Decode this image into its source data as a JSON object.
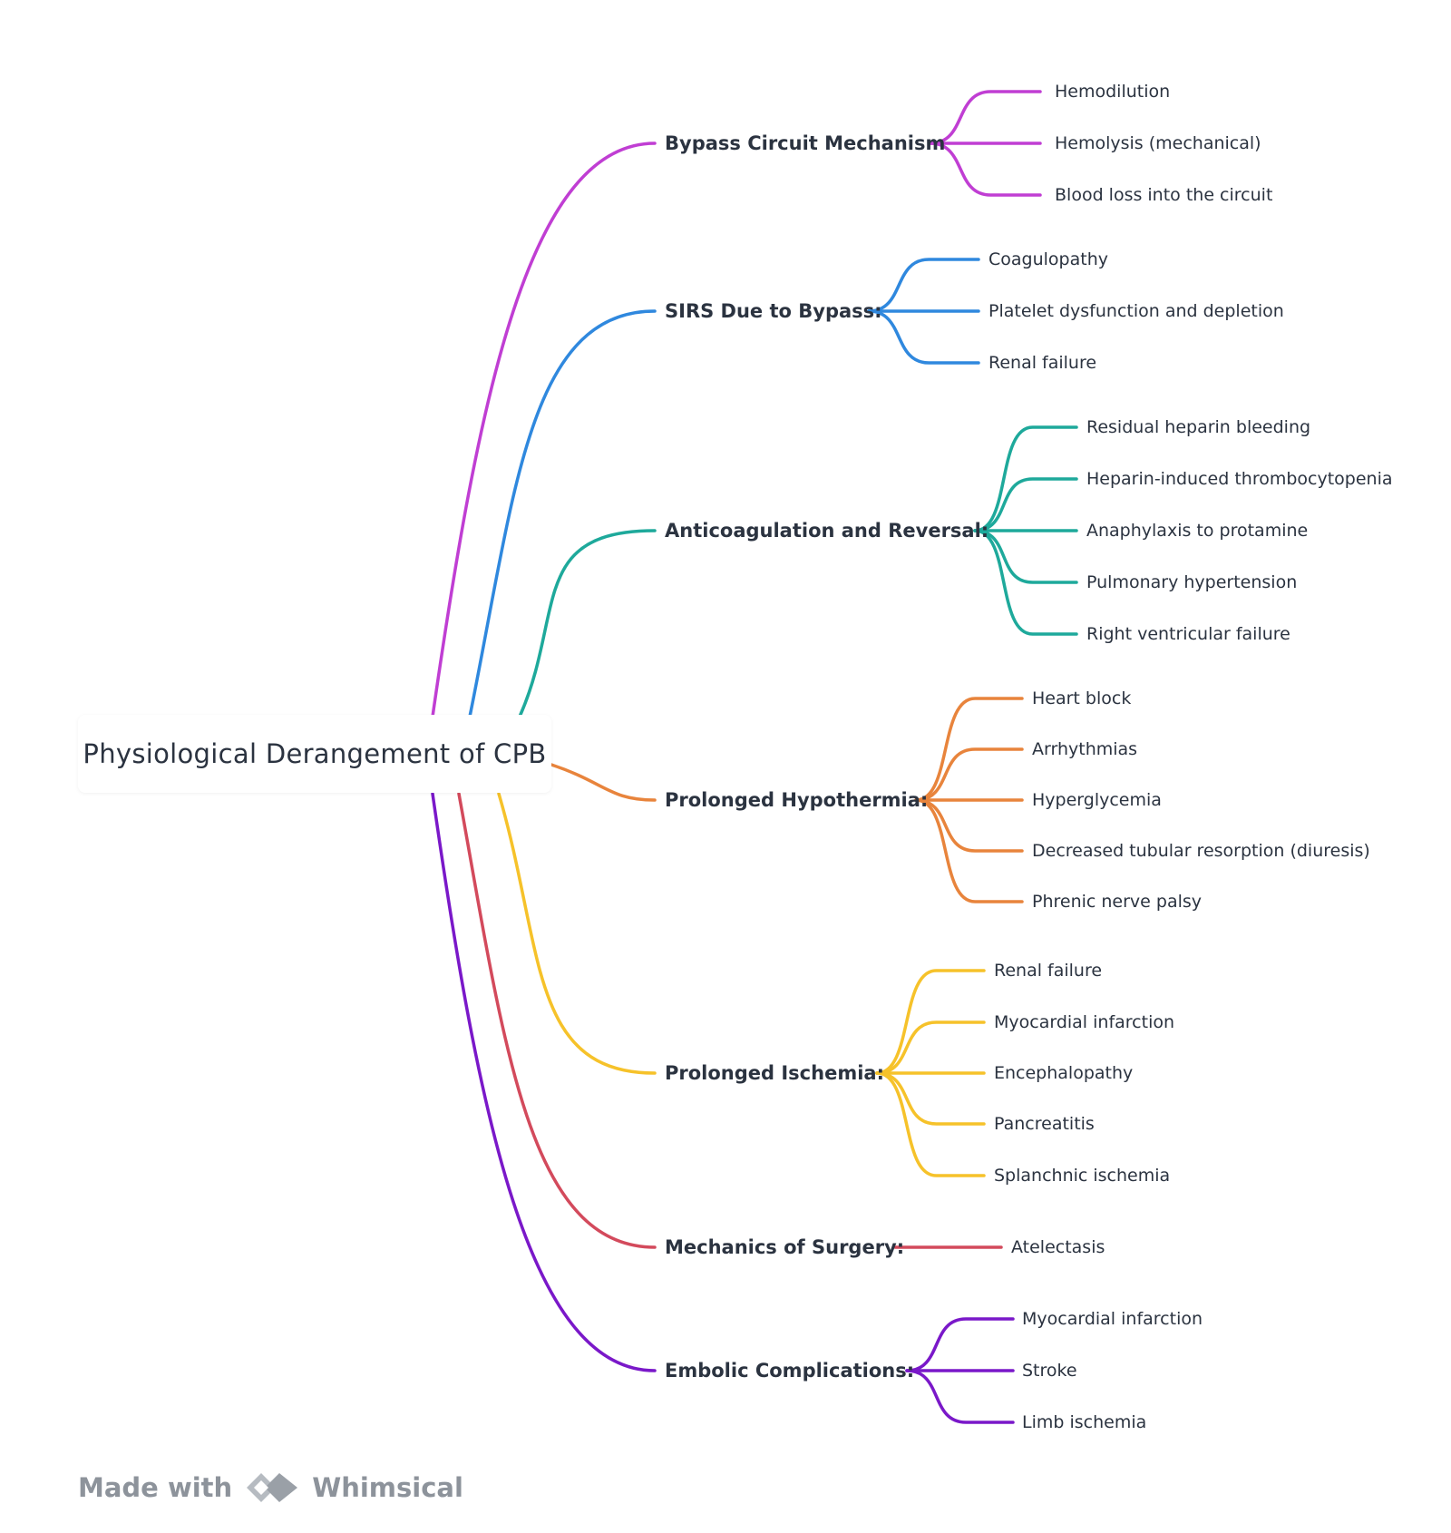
{
  "root": {
    "label": "Physiological Derangement of CPB"
  },
  "branches": [
    {
      "label": "Bypass Circuit Mechanism",
      "color": "#c03ed3",
      "children": [
        "Hemodilution",
        "Hemolysis (mechanical)",
        "Blood loss into the circuit"
      ]
    },
    {
      "label": "SIRS Due to Bypass:",
      "color": "#2f88de",
      "children": [
        "Coagulopathy",
        "Platelet dysfunction and depletion",
        "Renal failure"
      ]
    },
    {
      "label": "Anticoagulation and Reversal:",
      "color": "#1ea99b",
      "children": [
        "Residual heparin bleeding",
        "Heparin-induced thrombocytopenia",
        "Anaphylaxis to protamine",
        "Pulmonary hypertension",
        "Right ventricular failure"
      ]
    },
    {
      "label": "Prolonged Hypothermia:",
      "color": "#e8843c",
      "children": [
        "Heart block",
        "Arrhythmias",
        "Hyperglycemia",
        "Decreased tubular resorption (diuresis)",
        "Phrenic nerve palsy"
      ]
    },
    {
      "label": "Prolonged Ischemia:",
      "color": "#f6c22a",
      "children": [
        "Renal failure",
        "Myocardial infarction",
        "Encephalopathy",
        "Pancreatitis",
        "Splanchnic ischemia"
      ]
    },
    {
      "label": "Mechanics of Surgery:",
      "color": "#d34a5c",
      "children": [
        "Atelectasis"
      ]
    },
    {
      "label": "Embolic Complications:",
      "color": "#7a18c9",
      "children": [
        "Myocardial infarction",
        "Stroke",
        "Limb ischemia"
      ]
    }
  ],
  "footer": {
    "made_with": "Made with",
    "brand": "Whimsical",
    "logo_icon": "whimsical-logo-icon"
  }
}
